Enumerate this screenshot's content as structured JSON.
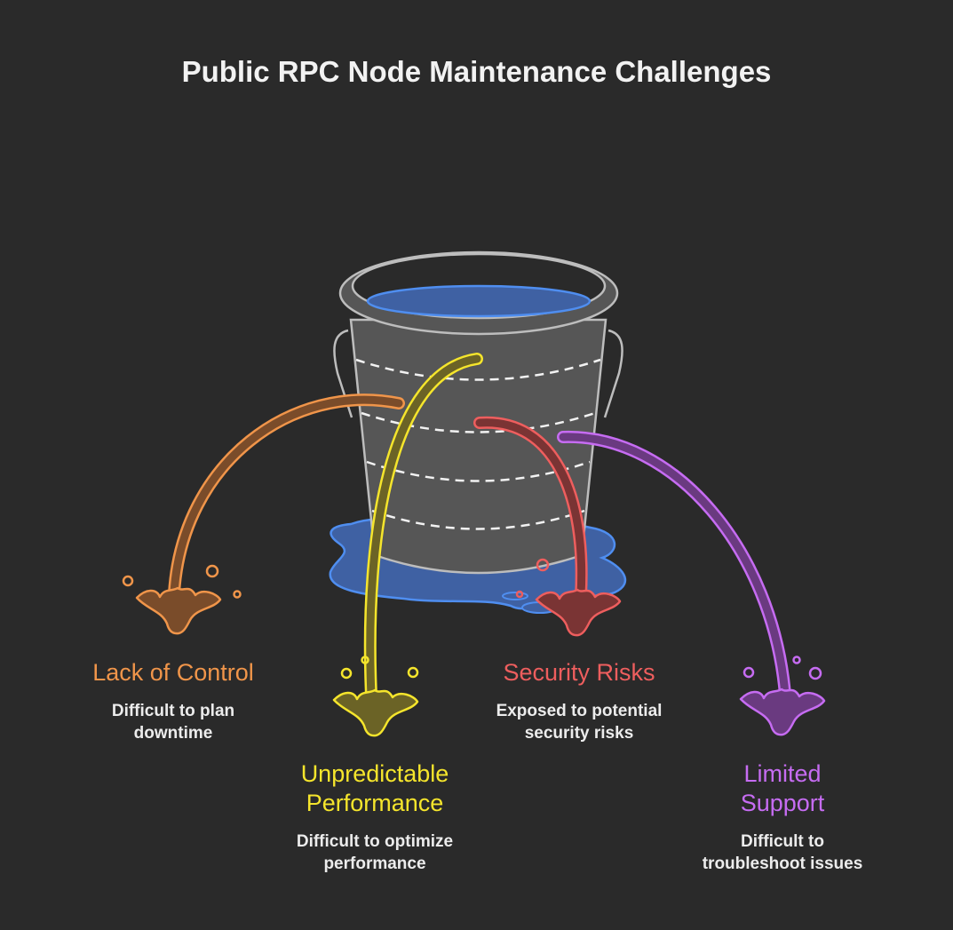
{
  "title": "Public RPC Node Maintenance Challenges",
  "colors": {
    "background": "#2a2a2a",
    "water": "#3f61a3",
    "water_stroke": "#4f8ef0",
    "bucket": "#565656",
    "bucket_stroke": "#bdbdbd"
  },
  "icons": [
    "bucket-icon",
    "leak-stream-icon",
    "splash-icon"
  ],
  "items": [
    {
      "title": "Lack of Control",
      "description": "Difficult to plan\ndowntime",
      "color": "#f0954a",
      "fill": "#7a4c2a"
    },
    {
      "title": "Unpredictable\nPerformance",
      "description": "Difficult to optimize\nperformance",
      "color": "#f5e52c",
      "fill": "#6b6326"
    },
    {
      "title": "Security Risks",
      "description": "Exposed to potential\nsecurity risks",
      "color": "#ee5e5e",
      "fill": "#7a3434"
    },
    {
      "title": "Limited\nSupport",
      "description": "Difficult to\ntroubleshoot issues",
      "color": "#c66cf2",
      "fill": "#6a3a80"
    }
  ]
}
